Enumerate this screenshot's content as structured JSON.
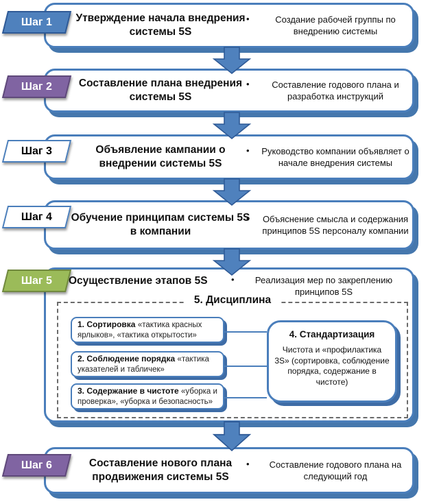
{
  "glyphs": {
    "bullet": "•"
  },
  "colors": {
    "accent_blue": "#4f81bd",
    "accent_blue_dark": "#2f5a96",
    "shadow_blue": "#4577ad",
    "purple": "#8064a2",
    "purple_dark": "#5f497a",
    "green": "#9bbb59",
    "green_dark": "#71893f"
  },
  "steps": [
    {
      "tag": "Шаг 1",
      "title": "Утверждение начала внедрения системы 5S",
      "bullet": "Создание рабочей группы по внедрению системы"
    },
    {
      "tag": "Шаг 2",
      "title": "Составление плана внедрения системы 5S",
      "bullet": "Составление годового плана и разработка инструкций"
    },
    {
      "tag": "Шаг 3",
      "title": "Объявление кампании о внедрении системы 5S",
      "bullet": "Руководство компании объявляет о начале внедрения системы"
    },
    {
      "tag": "Шаг 4",
      "title": "Обучение принципам системы 5S в компании",
      "bullet": "Объяснение смысла и содержания принципов 5S персоналу компании"
    },
    {
      "tag": "Шаг 5",
      "title": "Осуществление этапов 5S",
      "bullet": "Реализация мер по закреплению принципов 5S"
    },
    {
      "tag": "Шаг 6",
      "title": "Составление нового плана продвижения системы 5S",
      "bullet": "Составление годового плана на следующий год"
    }
  ],
  "discipline": {
    "label": "5. Дисциплина",
    "items": [
      {
        "bold": "1. Сортировка",
        "rest": "«тактика красных ярлыков», «тактика открытости»"
      },
      {
        "bold": "2. Соблюдение порядка",
        "rest": "«тактика указателей и табличек»"
      },
      {
        "bold": "3. Содержание в чистоте",
        "rest": "«уборка и проверка», «уборка и безопасность»"
      }
    ],
    "standard": {
      "title": "4. Стандартизация",
      "body": "Чистота и «профилактика 3S» (сортировка, соблюдение порядка, содержание в чистоте)"
    }
  }
}
